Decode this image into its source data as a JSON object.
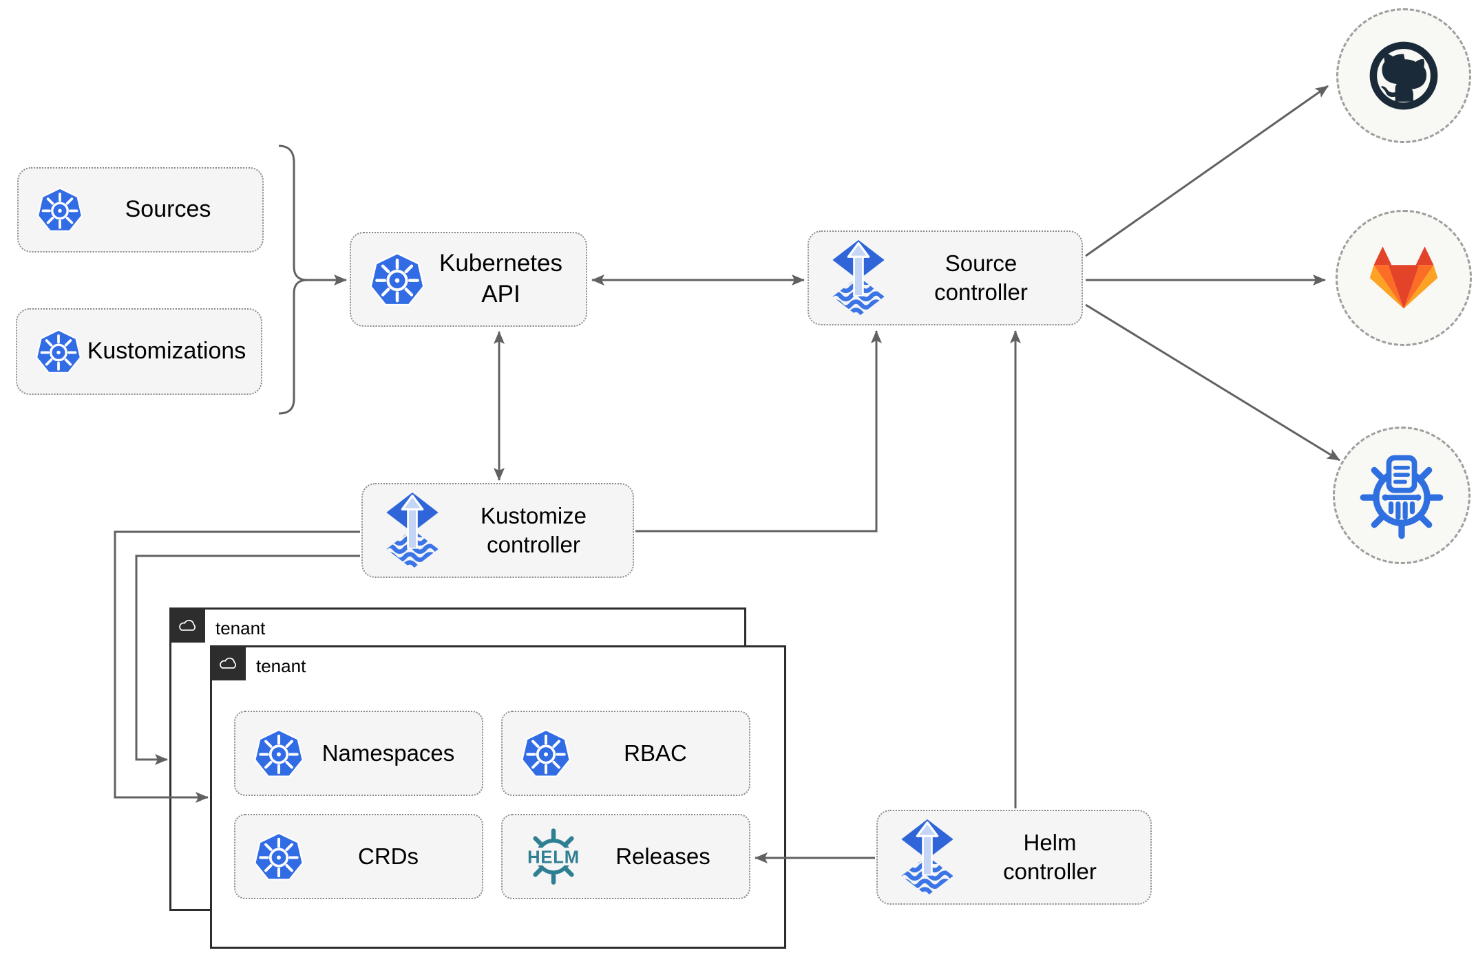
{
  "nodes": {
    "sources": {
      "label": "Sources"
    },
    "kustomizations": {
      "label": "Kustomizations"
    },
    "kubernetes_api": {
      "label": "Kubernetes API"
    },
    "source_controller": {
      "label": "Source\ncontroller"
    },
    "kustomize_controller": {
      "label": "Kustomize\ncontroller"
    },
    "helm_controller": {
      "label": "Helm\ncontroller"
    },
    "tenant_back": {
      "label": "tenant"
    },
    "tenant_front": {
      "label": "tenant"
    },
    "namespaces": {
      "label": "Namespaces"
    },
    "rbac": {
      "label": "RBAC"
    },
    "crds": {
      "label": "CRDs"
    },
    "releases": {
      "label": "Releases",
      "logo_text": "HELM"
    }
  },
  "providers": [
    {
      "name": "github",
      "icon": "github-octocat-icon"
    },
    {
      "name": "gitlab",
      "icon": "gitlab-tanuki-icon"
    },
    {
      "name": "harbor",
      "icon": "harbor-registry-icon"
    }
  ],
  "edges": [
    {
      "from": "sources-kustomizations-bracket",
      "to": "kubernetes-api",
      "arrow": "single"
    },
    {
      "from": "kubernetes-api",
      "to": "source-controller",
      "arrow": "double"
    },
    {
      "from": "kubernetes-api",
      "to": "kustomize-controller",
      "arrow": "double"
    },
    {
      "from": "kustomize-controller",
      "to": "source-controller",
      "arrow": "single"
    },
    {
      "from": "helm-controller",
      "to": "source-controller",
      "arrow": "single"
    },
    {
      "from": "helm-controller",
      "to": "releases",
      "arrow": "single"
    },
    {
      "from": "kustomize-controller",
      "to": "tenant-front",
      "arrow": "single"
    },
    {
      "from": "kustomize-controller",
      "to": "tenant-back",
      "arrow": "single"
    },
    {
      "from": "source-controller",
      "to": "github",
      "arrow": "single"
    },
    {
      "from": "source-controller",
      "to": "gitlab",
      "arrow": "single"
    },
    {
      "from": "source-controller",
      "to": "harbor",
      "arrow": "single"
    }
  ],
  "colors": {
    "kubernetes_blue": "#326ce5",
    "flux_blue": "#3065da",
    "flux_arrow_light": "#c4d5f6",
    "helm_teal": "#2f7f93",
    "github_dark": "#1b2a38",
    "gitlab_red": "#e24329",
    "gitlab_orange": "#fc6d26",
    "gitlab_light_orange": "#fca326",
    "harbor_blue": "#2f6fe0",
    "connector_gray": "#616161",
    "node_fill": "#f5f5f5",
    "tenant_border": "#2d2d2d"
  }
}
